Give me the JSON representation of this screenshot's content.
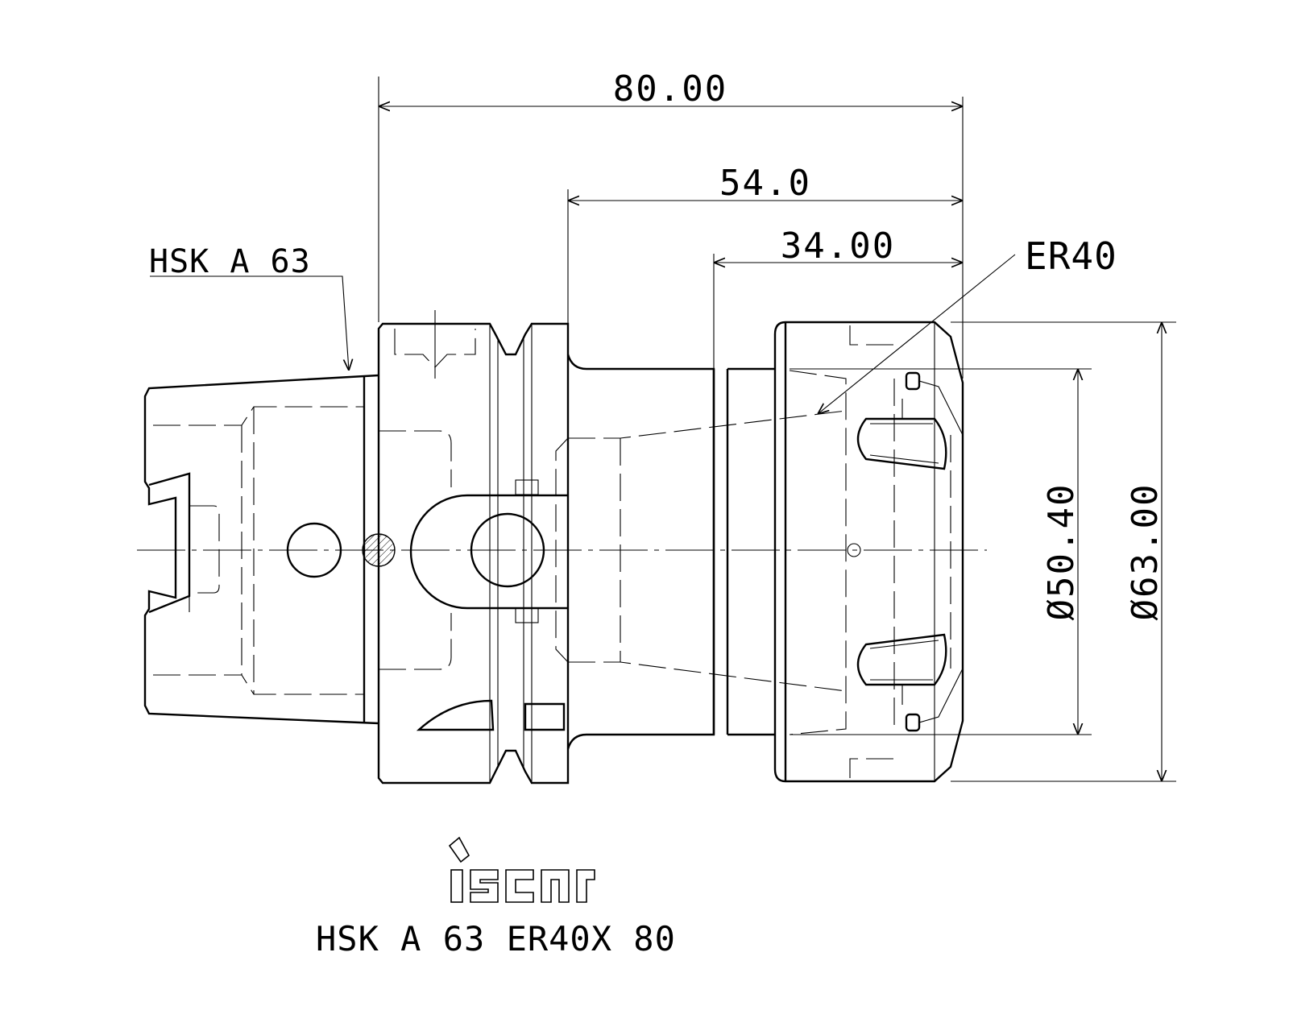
{
  "dimensions": {
    "overall_length": "80.00",
    "gauge_length": "54.0",
    "nut_length": "34.00",
    "bore_diameter": "Ø50.40",
    "outer_diameter": "Ø63.00"
  },
  "labels": {
    "shank": "HSK A 63",
    "collet": "ER40"
  },
  "logo": {
    "text": "iscar"
  },
  "part_number": "HSK A 63 ER40X 80",
  "colors": {
    "line": "#000000",
    "background": "#ffffff"
  }
}
